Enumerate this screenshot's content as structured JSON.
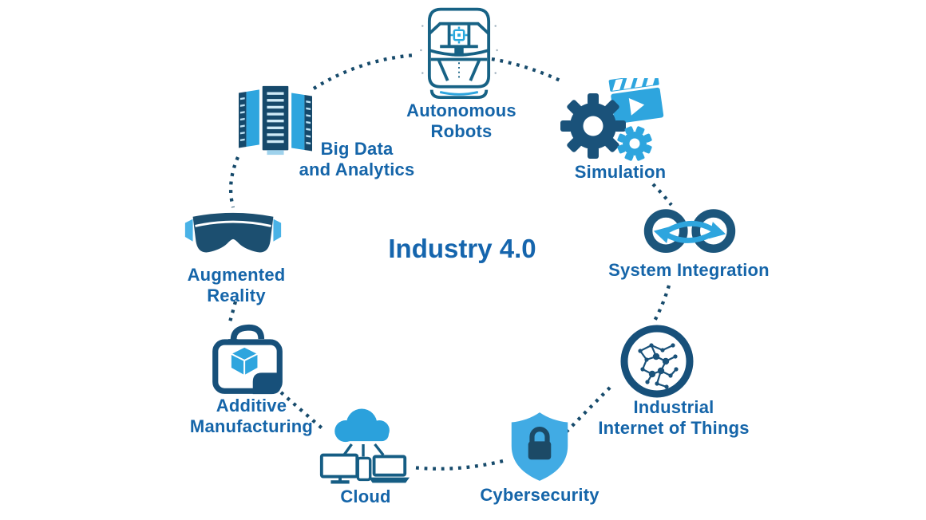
{
  "title": "Industry 4.0",
  "colors": {
    "dark_icon_blue": "#1a527a",
    "light_icon_blue": "#2ea5de",
    "shield_blue": "#41abe4",
    "label_text_blue": "#1565a9",
    "dotted_line_blue": "#164a6b",
    "background": "#ffffff"
  },
  "nodes": [
    {
      "id": "autonomous-robots",
      "label": "Autonomous Robots",
      "line1": "Autonomous",
      "line2": "Robots",
      "icon": "autonomous-car-icon"
    },
    {
      "id": "simulation",
      "label": "Simulation",
      "line1": "Simulation",
      "line2": "",
      "icon": "gears-clapperboard-icon"
    },
    {
      "id": "system-integration",
      "label": "System Integration",
      "line1": "System Integration",
      "line2": "",
      "icon": "linked-rings-arrows-icon"
    },
    {
      "id": "industrial-iot",
      "label": "Industrial Internet of Things",
      "line1": "Industrial",
      "line2": "Internet of Things",
      "icon": "network-globe-icon"
    },
    {
      "id": "cybersecurity",
      "label": "Cybersecurity",
      "line1": "Cybersecurity",
      "line2": "",
      "icon": "shield-lock-icon"
    },
    {
      "id": "cloud",
      "label": "Cloud",
      "line1": "Cloud",
      "line2": "",
      "icon": "cloud-devices-icon"
    },
    {
      "id": "additive-manufacturing",
      "label": "Additive Manufacturing",
      "line1": "Additive",
      "line2": "Manufacturing",
      "icon": "3d-printer-cube-icon"
    },
    {
      "id": "augmented-reality",
      "label": "Augmented Reality",
      "line1": "Augmented",
      "line2": "Reality",
      "icon": "ar-goggles-icon"
    },
    {
      "id": "big-data-analytics",
      "label": "Big Data and Analytics",
      "line1": "Big Data",
      "line2": "and Analytics",
      "icon": "server-racks-icon"
    }
  ],
  "edges": [
    [
      "autonomous-robots",
      "simulation"
    ],
    [
      "simulation",
      "system-integration"
    ],
    [
      "system-integration",
      "industrial-iot"
    ],
    [
      "industrial-iot",
      "cybersecurity"
    ],
    [
      "cybersecurity",
      "cloud"
    ],
    [
      "cloud",
      "additive-manufacturing"
    ],
    [
      "additive-manufacturing",
      "augmented-reality"
    ],
    [
      "augmented-reality",
      "big-data-analytics"
    ],
    [
      "big-data-analytics",
      "autonomous-robots"
    ]
  ]
}
